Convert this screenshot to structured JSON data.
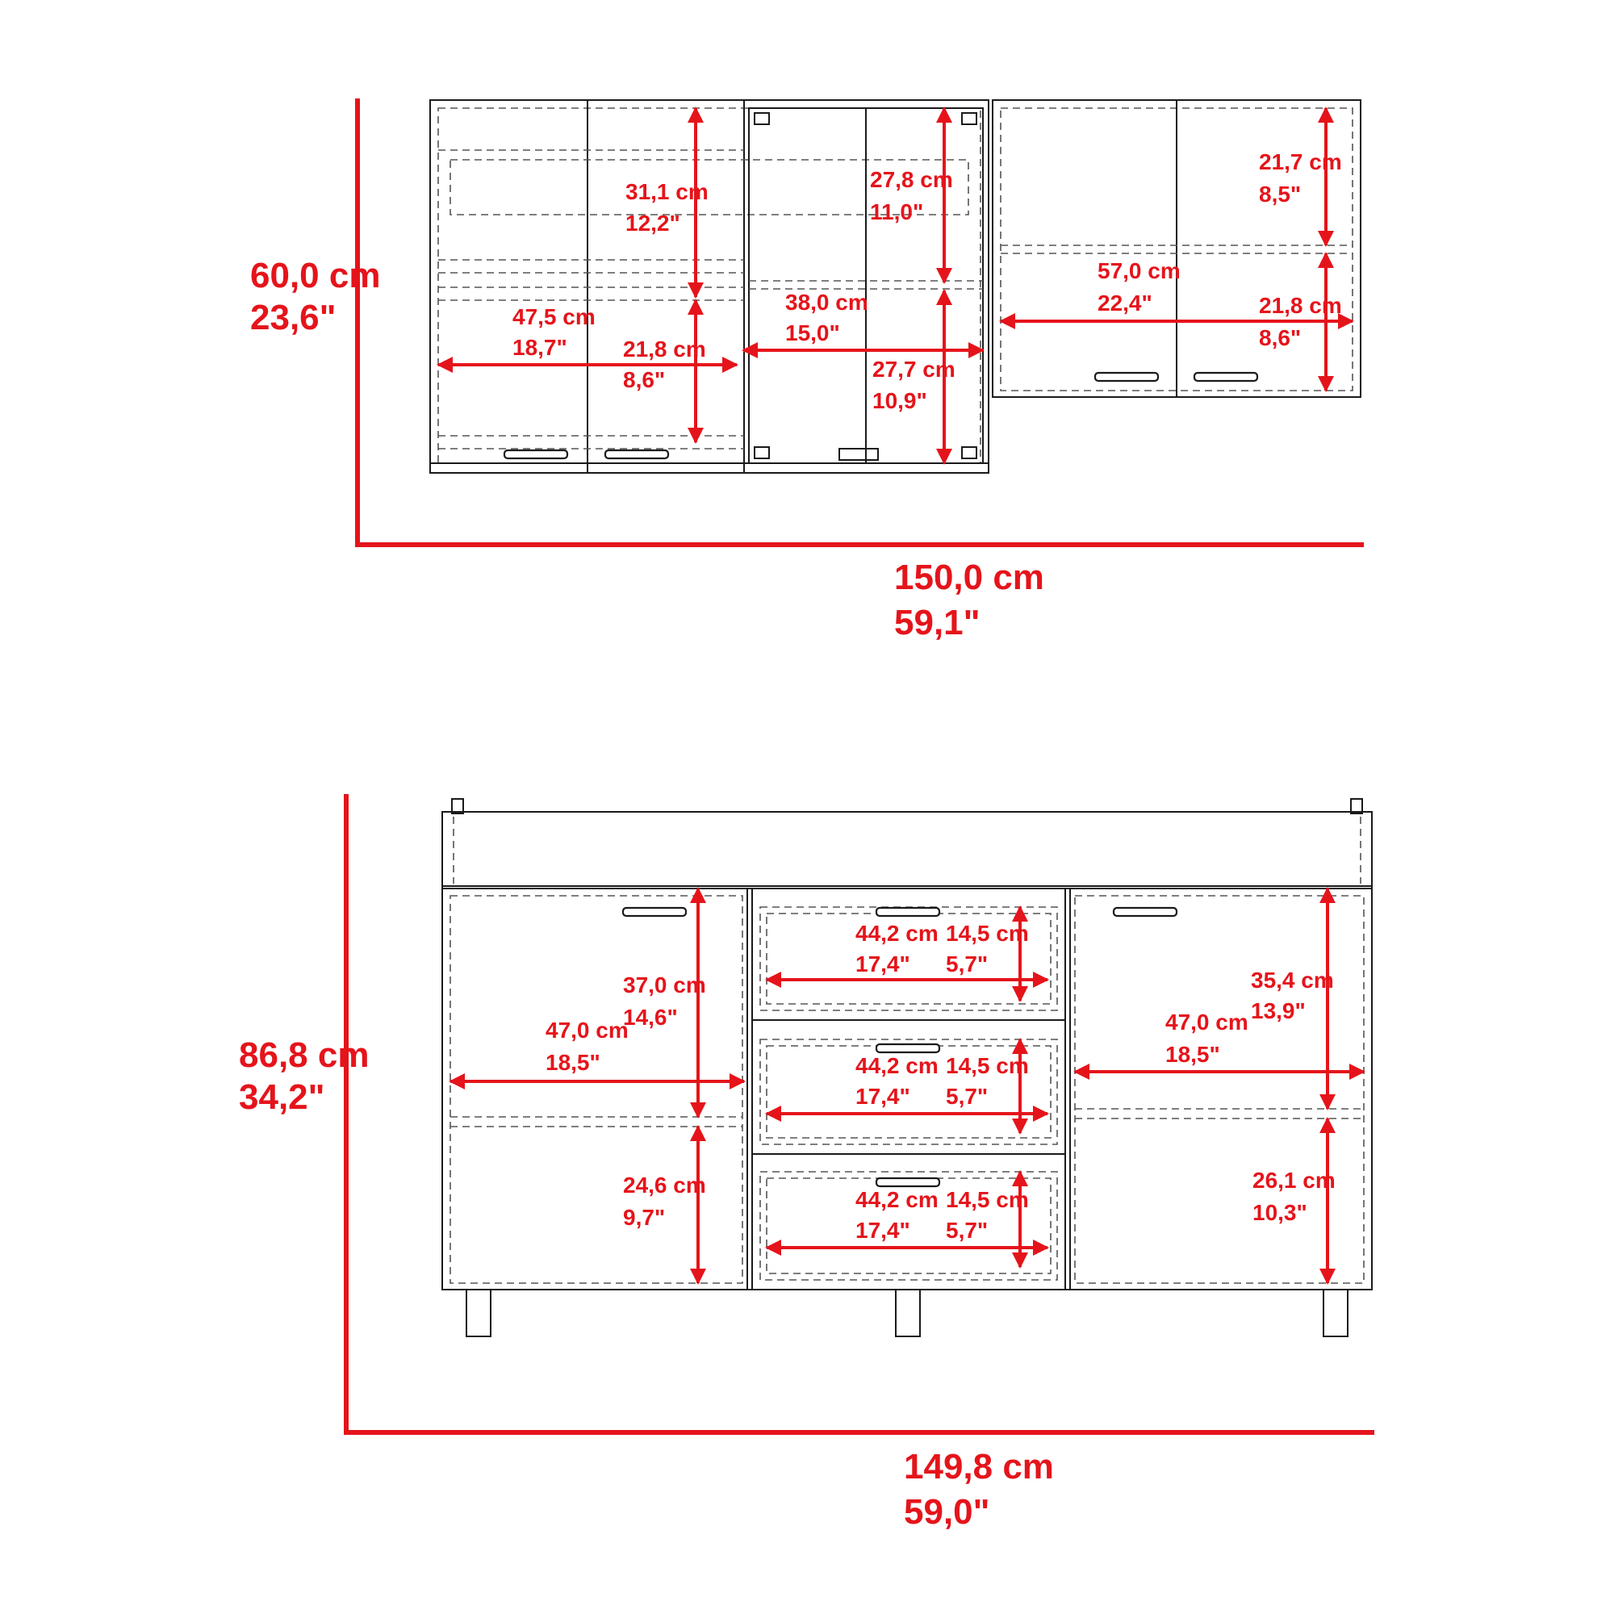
{
  "upper_cabinet": {
    "overall": {
      "width": {
        "cm": "150,0 cm",
        "in": "59,1\""
      },
      "height": {
        "cm": "60,0 cm",
        "in": "23,6\""
      }
    },
    "labels": {
      "a": {
        "cm": "31,1 cm",
        "in": "12,2\""
      },
      "b": {
        "cm": "47,5 cm",
        "in": "18,7\""
      },
      "c": {
        "cm": "21,8 cm",
        "in": "8,6\""
      },
      "d": {
        "cm": "27,8 cm",
        "in": "11,0\""
      },
      "e": {
        "cm": "38,0 cm",
        "in": "15,0\""
      },
      "f": {
        "cm": "27,7 cm",
        "in": "10,9\""
      },
      "g": {
        "cm": "21,7 cm",
        "in": "8,5\""
      },
      "h": {
        "cm": "57,0 cm",
        "in": "22,4\""
      },
      "i": {
        "cm": "21,8 cm",
        "in": "8,6\""
      }
    }
  },
  "lower_cabinet": {
    "overall": {
      "width": {
        "cm": "149,8 cm",
        "in": "59,0\""
      },
      "height": {
        "cm": "86,8 cm",
        "in": "34,2\""
      }
    },
    "labels": {
      "a": {
        "cm": "37,0 cm",
        "in": "14,6\""
      },
      "b": {
        "cm": "47,0 cm",
        "in": "18,5\""
      },
      "c": {
        "cm": "24,6 cm",
        "in": "9,7\""
      },
      "d1w": {
        "cm": "44,2 cm",
        "in": "17,4\""
      },
      "d1h": {
        "cm": "14,5 cm",
        "in": "5,7\""
      },
      "d2w": {
        "cm": "44,2 cm",
        "in": "17,4\""
      },
      "d2h": {
        "cm": "14,5 cm",
        "in": "5,7\""
      },
      "d3w": {
        "cm": "44,2 cm",
        "in": "17,4\""
      },
      "d3h": {
        "cm": "14,5 cm",
        "in": "5,7\""
      },
      "e": {
        "cm": "35,4 cm",
        "in": "13,9\""
      },
      "f": {
        "cm": "47,0 cm",
        "in": "18,5\""
      },
      "g": {
        "cm": "26,1 cm",
        "in": "10,3\""
      }
    }
  },
  "colors": {
    "dimension": "#e5141b",
    "outline": "#1a1a1a"
  }
}
